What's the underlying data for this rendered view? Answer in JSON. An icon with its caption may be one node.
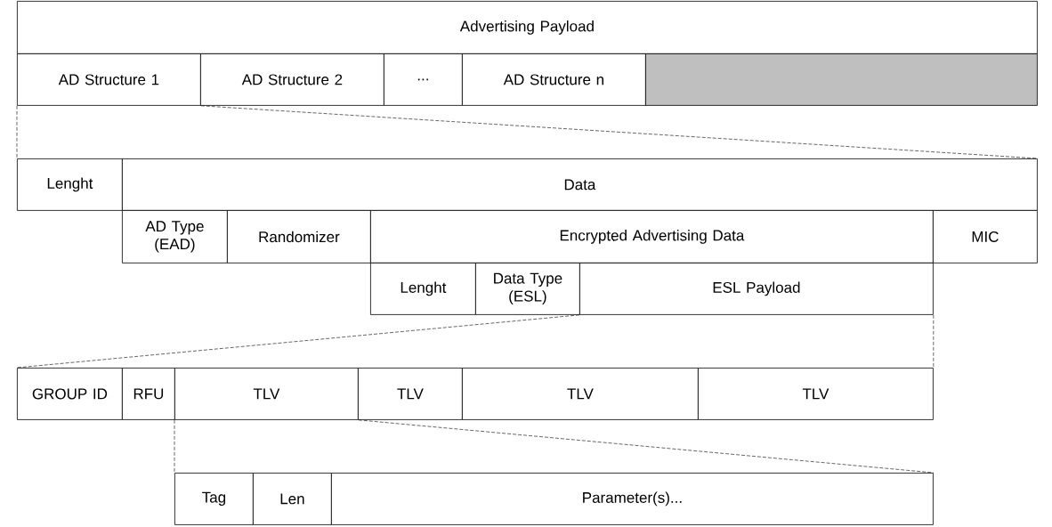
{
  "diagram": {
    "nodes": [
      {
        "text": [
          "Advertising Payload"
        ]
      },
      {
        "text": [
          "AD Structure 1"
        ]
      },
      {
        "text": [
          "AD Structure 2"
        ]
      },
      {
        "text": [
          "..."
        ]
      },
      {
        "text": [
          "AD Structure n"
        ]
      },
      {
        "text": [],
        "shape": "box"
      },
      {
        "text": [
          "Lenght"
        ]
      },
      {
        "text": [
          "Data"
        ]
      },
      {
        "text": [
          "AD Type (EAD)"
        ]
      },
      {
        "text": [
          "Randomizer"
        ]
      },
      {
        "text": [
          "Encrypted Advertising Data"
        ]
      },
      {
        "text": [
          "MIC"
        ]
      },
      {
        "text": [
          "Lenght"
        ]
      },
      {
        "text": [
          "Data Type (ESL)"
        ]
      },
      {
        "text": [
          "ESL Payload"
        ]
      },
      {
        "text": [
          "GROUP ID"
        ]
      },
      {
        "text": [
          "RFU"
        ]
      },
      {
        "text": [
          "TLV"
        ]
      },
      {
        "text": [
          "TLV"
        ]
      },
      {
        "text": [
          "TLV"
        ]
      },
      {
        "text": [
          "TLV"
        ]
      },
      {
        "text": [
          "Tag"
        ]
      },
      {
        "text": [
          "Len"
        ]
      },
      {
        "text": [
          "Parameter(s)..."
        ]
      }
    ],
    "edges": [
      {
        "from": 1,
        "to": 6,
        "arrow": "none",
        "style": "dashed"
      },
      {
        "from": 1,
        "to": 7,
        "arrow": "none",
        "style": "dashed"
      },
      {
        "from": 14,
        "to": 15,
        "arrow": "none",
        "style": "dashed"
      },
      {
        "from": 14,
        "to": 20,
        "arrow": "none",
        "style": "dashed"
      },
      {
        "from": 17,
        "to": 21,
        "arrow": "none",
        "style": "dashed"
      },
      {
        "from": 17,
        "to": 23,
        "arrow": "none",
        "style": "dashed"
      }
    ]
  }
}
